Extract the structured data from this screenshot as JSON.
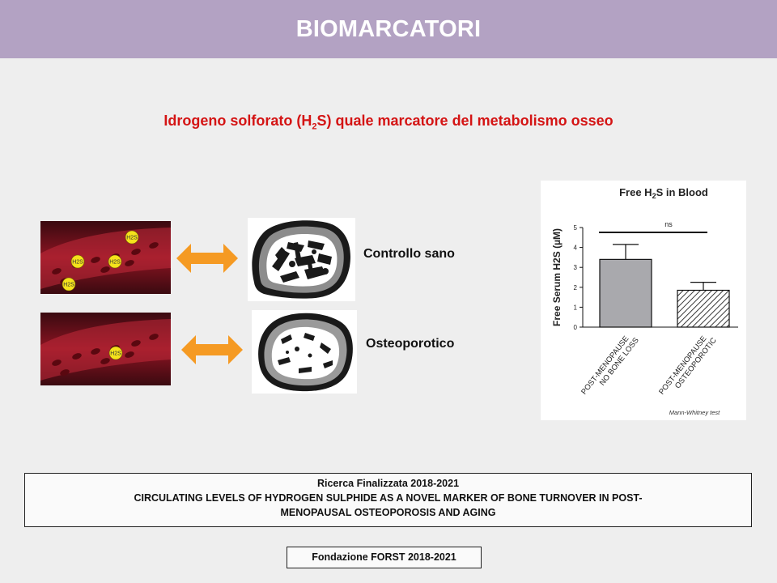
{
  "slide": {
    "title": "BIOMARCATORI",
    "subtitle": {
      "before": "Idrogeno solforato  (H",
      "sub": "2",
      "after": "S) quale marcatore del metabolismo osseo"
    }
  },
  "illustration": {
    "molecule_label": "H2S",
    "groups": [
      {
        "label": "Controllo sano",
        "molecules": 4
      },
      {
        "label": "Osteoporotico",
        "molecules": 1
      }
    ],
    "arrow_color": "#f59a23"
  },
  "chart_data": {
    "type": "bar",
    "title": "Free H2S in Blood",
    "ylabel": "Free Serum H2S (µM)",
    "xlabel": "",
    "ylim": [
      0,
      5
    ],
    "yticks": [
      "0",
      "1",
      "2",
      "3",
      "4",
      "5"
    ],
    "categories": [
      "POST-MENOPAUSE NO BONE LOSS",
      "POST-MENOPAUSE OSTEOPOROTIC"
    ],
    "category_lines": [
      [
        "POST-MENOPAUSE",
        "NO BONE LOSS"
      ],
      [
        "POST-MENOPAUSE",
        "OSTEOPOROTIC"
      ]
    ],
    "values": [
      3.4,
      1.85
    ],
    "error_upper": [
      4.15,
      2.25
    ],
    "bar_styles": [
      "solid-gray",
      "hatched"
    ],
    "significance": "ns",
    "footnote": "Mann-Whitney test",
    "grid": false,
    "legend": "none"
  },
  "footer": {
    "project_line1": "Ricerca Finalizzata 2018-2021",
    "project_line2": "CIRCULATING LEVELS OF HYDROGEN SULPHIDE AS A NOVEL MARKER OF BONE TURNOVER IN POST-",
    "project_line3": "MENOPAUSAL OSTEOPOROSIS AND AGING",
    "foundation": "Fondazione FORST 2018-2021"
  }
}
